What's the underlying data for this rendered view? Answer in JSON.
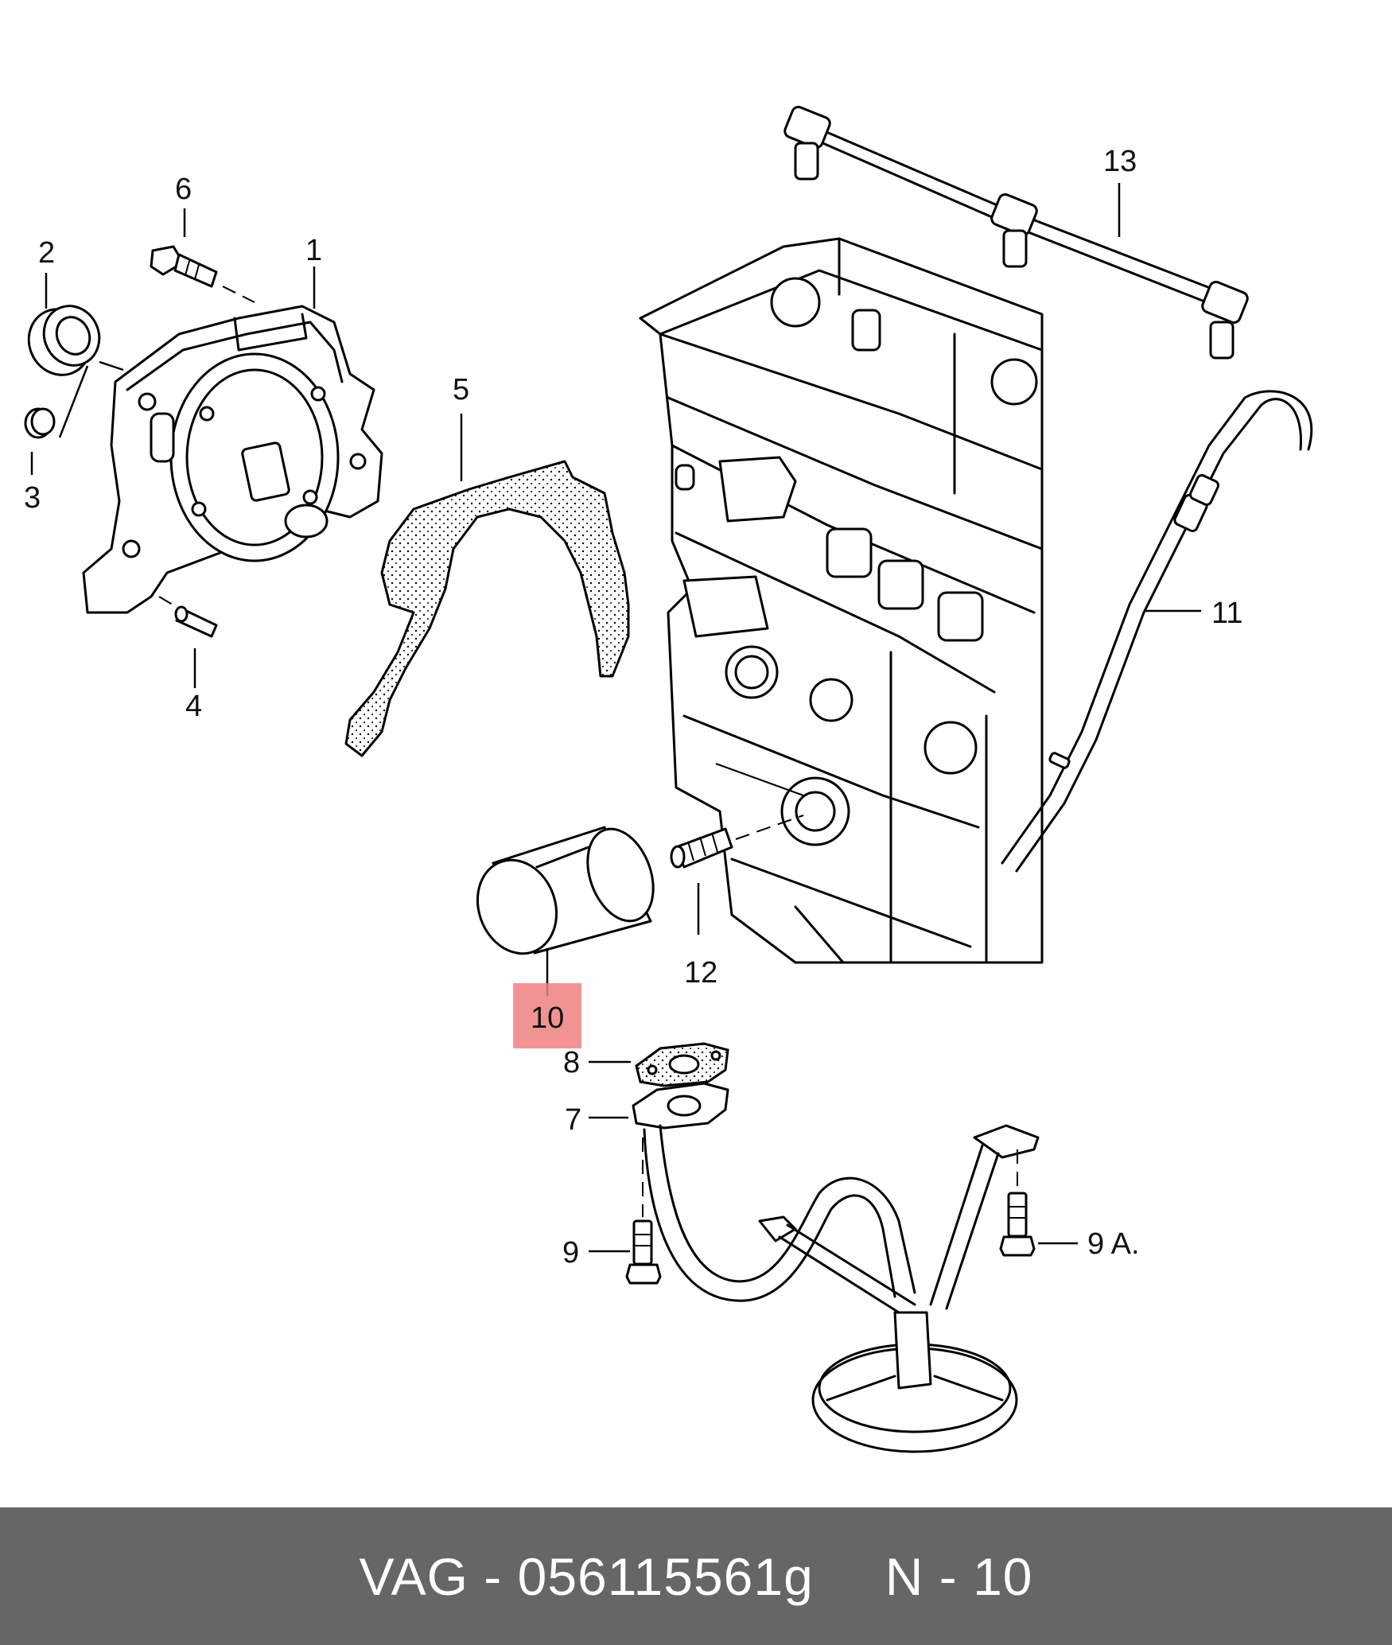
{
  "diagram": {
    "callouts": [
      {
        "id": "1",
        "label": "1"
      },
      {
        "id": "2",
        "label": "2"
      },
      {
        "id": "3",
        "label": "3"
      },
      {
        "id": "4",
        "label": "4"
      },
      {
        "id": "5",
        "label": "5"
      },
      {
        "id": "6",
        "label": "6"
      },
      {
        "id": "7",
        "label": "7"
      },
      {
        "id": "8",
        "label": "8"
      },
      {
        "id": "9",
        "label": "9"
      },
      {
        "id": "9a",
        "label": "9 A."
      },
      {
        "id": "10",
        "label": "10"
      },
      {
        "id": "11",
        "label": "11"
      },
      {
        "id": "12",
        "label": "12"
      },
      {
        "id": "13",
        "label": "13"
      }
    ],
    "highlight_color": "#f08080"
  },
  "footer": {
    "part_number": "VAG - 056115561g",
    "position": "N - 10"
  },
  "colors": {
    "footer_bg": "#666666",
    "footer_text": "#ffffff"
  }
}
